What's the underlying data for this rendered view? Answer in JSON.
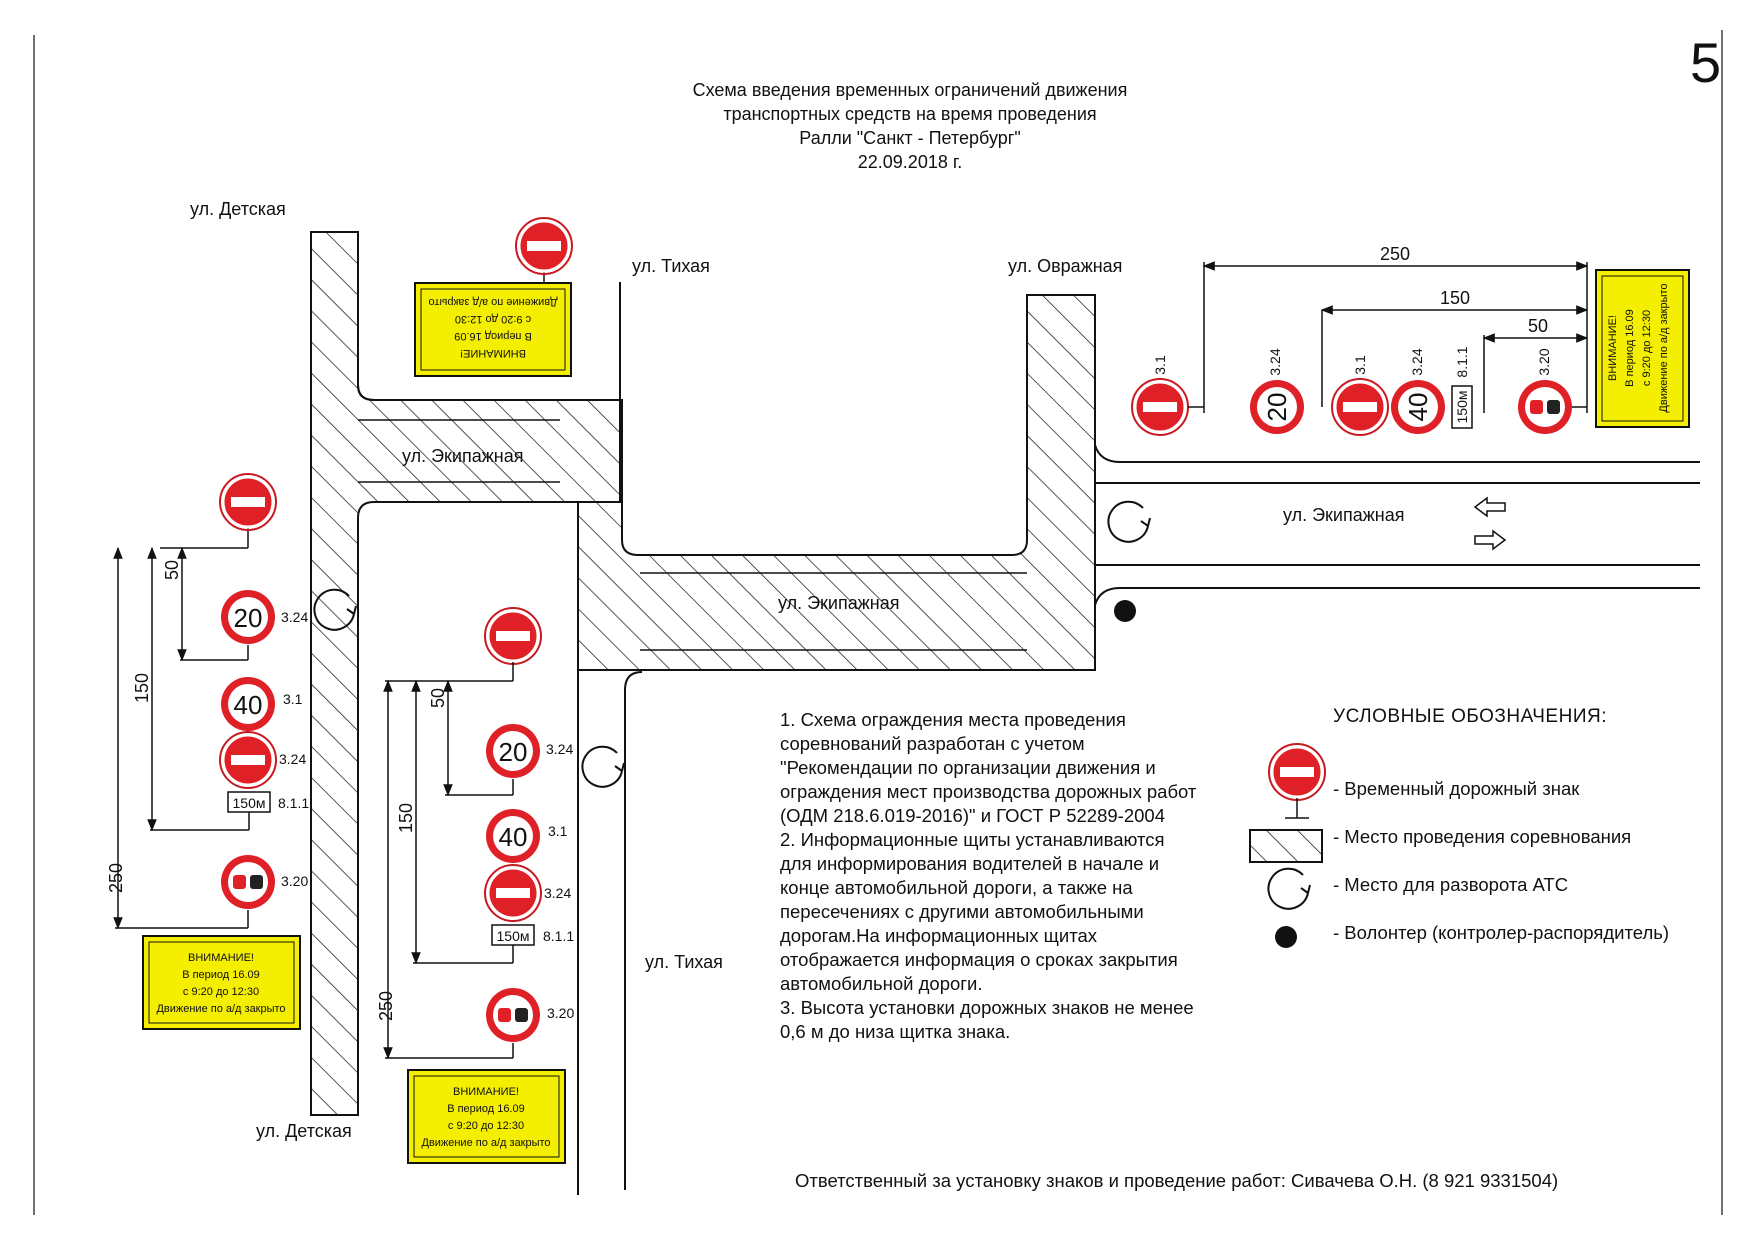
{
  "page_number": "5",
  "title": {
    "line1": "Схема введения временных ограничений движения",
    "line2": "транспортных средств на время проведения",
    "line3": "Ралли \"Санкт - Петербург\"",
    "date": "22.09.2018 г."
  },
  "streets": {
    "detskaya_top": "ул. Детская",
    "detskaya_bottom": "ул. Детская",
    "tikhaya_top": "ул. Тихая",
    "tikhaya_bottom": "ул. Тихая",
    "ovrazhnaya": "ул. Овражная",
    "ekipazhnaya_upper": "ул. Экипажная",
    "ekipazhnaya_middle": "ул. Экипажная",
    "ekipazhnaya_right": "ул. Экипажная"
  },
  "info_board": {
    "line1": "ВНИМАНИЕ!",
    "line2": "В период 16.09",
    "line3": "с 9:20 до 12:30",
    "line4": "Движение по а/д закрыто"
  },
  "signs": {
    "speed20": "20",
    "speed40": "40",
    "plate150": "150м",
    "code_3_1": "3.1",
    "code_3_24": "3.24",
    "code_8_1_1": "8.1.1",
    "code_3_20": "3.20"
  },
  "distances": {
    "d50": "50",
    "d150": "150",
    "d250": "250"
  },
  "notes": {
    "p1": "1. Схема ограждения места проведения соревнований разработан с учетом \"Рекомендации по организации движения и ограждения мест производства дорожных работ (ОДМ 218.6.019-2016)\" и ГОСТ Р 52289-2004",
    "p2": "2. Информационные щиты устанавливаются для информирования водителей в начале и конце автомобильной дороги, а также на пересечениях с другими автомобильными дорогам.На информационных щитах отображается информация о сроках закрытия автомобильной дороги.",
    "p3": "3. Высота установки дорожных знаков не менее 0,6 м до низа щитка знака."
  },
  "legend": {
    "title": "УСЛОВНЫЕ ОБОЗНАЧЕНИЯ:",
    "items": [
      {
        "icon": "temporary-sign-icon",
        "label": "- Временный дорожный знак"
      },
      {
        "icon": "hatched-area-icon",
        "label": "- Место проведения соревнования"
      },
      {
        "icon": "u-turn-icon",
        "label": "- Место для разворота АТС"
      },
      {
        "icon": "volunteer-dot-icon",
        "label": "- Волонтер (контролер-распорядитель)"
      }
    ]
  },
  "responsible": "Ответственный за установку знаков и проведение работ: Сивачева О.Н. (8 921 9331504)",
  "colors": {
    "sign_red": "#e02027",
    "board_yellow": "#f4ee00",
    "line": "#111111"
  }
}
